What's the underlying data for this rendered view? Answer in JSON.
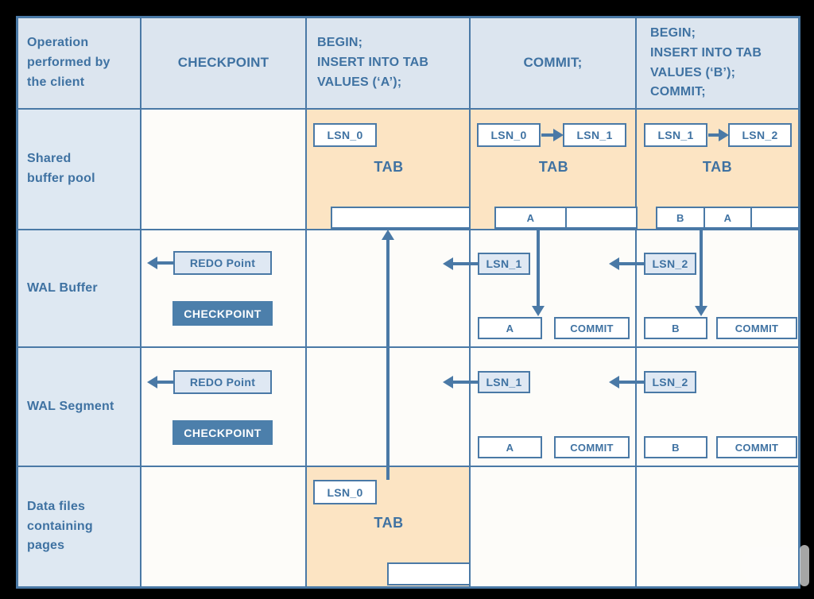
{
  "colors": {
    "accent": "#4a79a6",
    "text_blue": "#3f72a2",
    "header_bg": "#dce5ef",
    "label_bg": "#dee8f2",
    "highlight_orange": "#fce4c3",
    "box_blue_bg": "#dfe8f3",
    "checkpoint_bg": "#4c7fab",
    "cell_bg": "#fdfcf9",
    "frame_bg": "#000000"
  },
  "header": {
    "operation": "Operation\nperformed by\nthe client",
    "checkpoint": "CHECKPOINT",
    "insert_a": "BEGIN;\nINSERT INTO TAB\nVALUES (‘A’);",
    "commit": "COMMIT;",
    "insert_b_commit": "BEGIN;\nINSERT INTO TAB\nVALUES (‘B’);\nCOMMIT;"
  },
  "row_labels": {
    "shared_buffer_pool": "Shared\nbuffer pool",
    "wal_buffer": "WAL Buffer",
    "wal_segment": "WAL Segment",
    "data_files": "Data files\ncontaining\npages"
  },
  "labels": {
    "lsn_0": "LSN_0",
    "lsn_1": "LSN_1",
    "lsn_2": "LSN_2",
    "tab": "TAB",
    "redo_point": "REDO Point",
    "checkpoint": "CHECKPOINT",
    "commit": "COMMIT",
    "tuple_a": "A",
    "tuple_b": "B"
  }
}
